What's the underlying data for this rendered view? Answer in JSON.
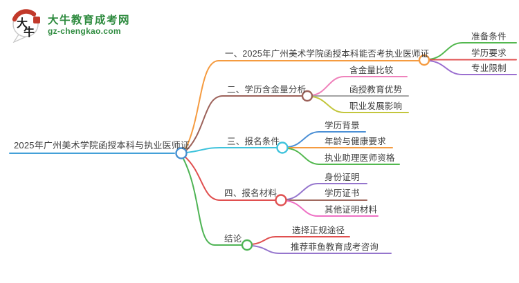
{
  "logo": {
    "icon_char_1": "大",
    "icon_char_2": "牛",
    "site_name": "大牛教育成考网",
    "site_url": "gz-chengkao.com",
    "brand_green": "#2e8b3f",
    "seal_red": "#c23a2b"
  },
  "mindmap": {
    "root": {
      "label": "2025年广州美术学院函授本科与执业医师证",
      "color": "#44a0d8",
      "dot_color": "#4590d2"
    },
    "branches": [
      {
        "label": "一、2025年广州美术学院函授本科能否考执业医师证",
        "color": "#f59b40",
        "children": [
          {
            "label": "准备条件",
            "color": "#53b84f"
          },
          {
            "label": "学历要求",
            "color": "#e04f4f"
          },
          {
            "label": "专业限制",
            "color": "#9b6fd0"
          }
        ]
      },
      {
        "label": "二、学历含金量分析",
        "color": "#9c6159",
        "children": [
          {
            "label": "含金量比较",
            "color": "#ef82bb"
          },
          {
            "label": "函授教育优势",
            "color": "#a3a3a3"
          },
          {
            "label": "职业发展影响",
            "color": "#c3c63c"
          }
        ]
      },
      {
        "label": "三、报名条件",
        "color": "#3fc3dc",
        "children": [
          {
            "label": "学历背景",
            "color": "#4b8fd5"
          },
          {
            "label": "年龄与健康要求",
            "color": "#f59b40"
          },
          {
            "label": "执业助理医师资格",
            "color": "#53b84f"
          }
        ]
      },
      {
        "label": "四、报名材料",
        "color": "#e04f4f",
        "children": [
          {
            "label": "身份证明",
            "color": "#9575cd"
          },
          {
            "label": "学历证书",
            "color": "#a1695f"
          },
          {
            "label": "其他证明材料",
            "color": "#ee6fc4"
          }
        ]
      },
      {
        "label": "结论",
        "color": "#4fb455",
        "children": [
          {
            "label": "选择正规途径",
            "color": "#e04f4f"
          },
          {
            "label": "推荐菲鱼教育成考咨询",
            "color": "#9575cd"
          }
        ]
      }
    ]
  }
}
